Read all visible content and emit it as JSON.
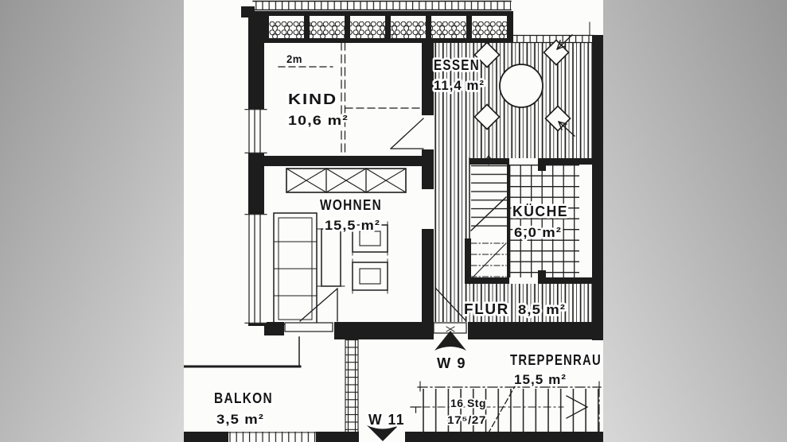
{
  "palette": {
    "ink": "#1d1d1d",
    "paper": "#fcfcfb",
    "border_dark": "#979797",
    "border_light": "#d8d8d8"
  },
  "rooms": {
    "kind": {
      "name": "KIND",
      "area": "10,6 m²"
    },
    "essen": {
      "name": "ESSEN",
      "area": "11,4 m²"
    },
    "wohnen": {
      "name": "WOHNEN",
      "area": "15,5 m²"
    },
    "kueche": {
      "name": "KÜCHE",
      "area": "6,0 m²"
    },
    "flur": {
      "name": "FLUR",
      "area": "8,5 m²"
    },
    "treppenraum": {
      "name": "TREPPENRAU",
      "area": "15,5 m²"
    },
    "balkon": {
      "name": "BALKON",
      "area": "3,5 m²"
    }
  },
  "doors": {
    "w9": "W 9",
    "w11": "W 11"
  },
  "stairs": {
    "count": "16 Stg",
    "dimensions": "17⁵/27"
  },
  "dimension_labels": {
    "roof_height": "2m"
  }
}
